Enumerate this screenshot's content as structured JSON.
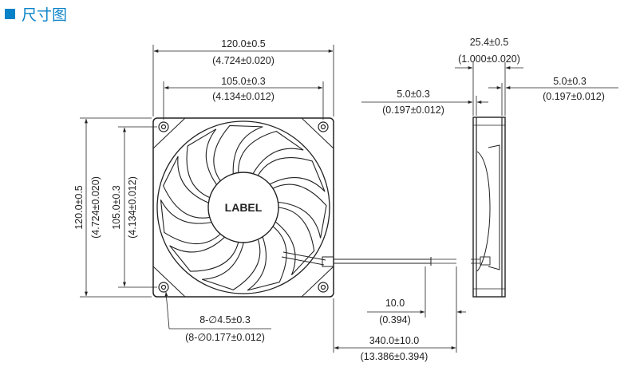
{
  "header": {
    "title": "尺寸图"
  },
  "front_view": {
    "width_outer_mm": "120.0±0.5",
    "width_outer_in": "(4.724±0.020)",
    "width_hole_mm": "105.0±0.3",
    "width_hole_in": "(4.134±0.012)",
    "height_outer_mm": "120.0±0.5",
    "height_outer_in": "(4.724±0.020)",
    "height_hole_mm": "105.0±0.3",
    "height_hole_in": "(4.134±0.012)",
    "hub_label": "LABEL",
    "holes_mm": "8-∅4.5±0.3",
    "holes_in": "(8-∅0.177±0.012)"
  },
  "side_view": {
    "depth_mm": "25.4±0.5",
    "depth_in": "(1.000±0.020)",
    "flange_left_mm": "5.0±0.3",
    "flange_left_in": "(0.197±0.012)",
    "flange_right_mm": "5.0±0.3",
    "flange_right_in": "(0.197±0.012)"
  },
  "lead_wire": {
    "strip_mm": "10.0",
    "strip_in": "(0.394)",
    "length_mm": "340.0±10.0",
    "length_in": "(13.386±0.394)"
  }
}
